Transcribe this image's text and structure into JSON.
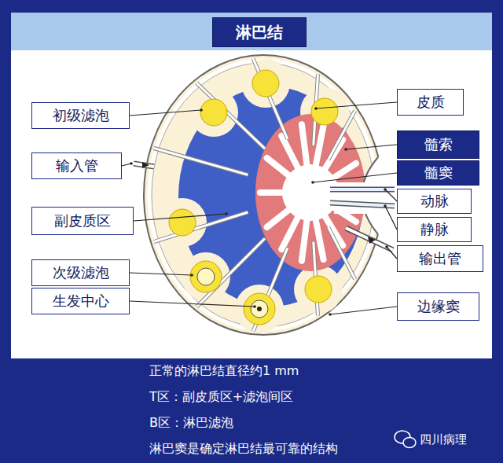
{
  "diagram": {
    "title": "淋巴结",
    "nodes": [
      {
        "text": [
          "初级滤泡"
        ]
      },
      {
        "text": [
          "输入管"
        ]
      },
      {
        "text": [
          "副皮质区"
        ]
      },
      {
        "text": [
          "次级滤泡"
        ]
      },
      {
        "text": [
          "生发中心"
        ]
      },
      {
        "text": [
          "皮质"
        ]
      },
      {
        "text": [
          "髓索"
        ]
      },
      {
        "text": [
          "髓窦"
        ]
      },
      {
        "text": [
          "动脉"
        ]
      },
      {
        "text": [
          "静脉"
        ]
      },
      {
        "text": [
          "输出管"
        ]
      },
      {
        "text": [
          "边缘窦"
        ]
      }
    ],
    "labels": [
      "正常的淋巴结直径约1 mm",
      "T区：副皮质区+滤泡间区",
      "B区：淋巴滤泡",
      "淋巴窦是确定淋巴结最可靠的结构",
      "四川病理"
    ]
  }
}
